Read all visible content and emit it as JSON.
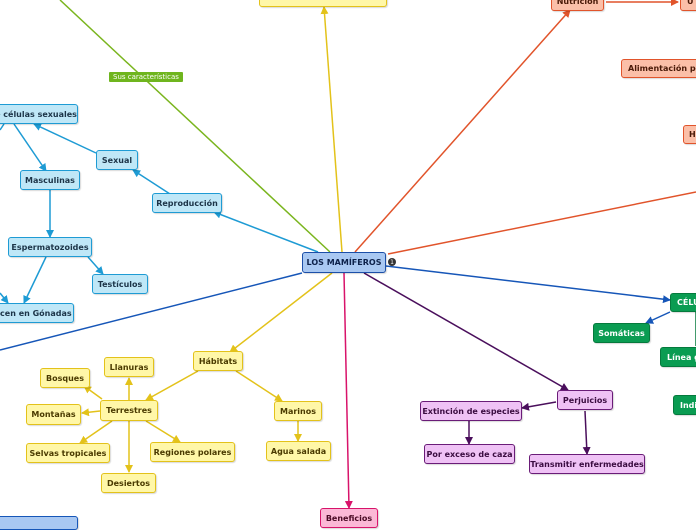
{
  "central": "LOS MAMÍFEROS",
  "edge_label": "Sus características",
  "badge": "1",
  "nodes": {
    "celulas_sexuales": "e células sexuales",
    "sexual": "Sexual",
    "masculinas": "Masculinas",
    "reproduccion": "Reproducción",
    "espermatozoides": "Espermatozoides",
    "testiculos": "Testículos",
    "gonadas": "ucen en Gónadas",
    "nutricion": "Nutrición",
    "alimentacion": "Alimentación por",
    "h_cut": "H",
    "u_cut": "U",
    "celulas": "CÉLU",
    "somaticas": "Somáticas",
    "linea": "Línea g",
    "ind": "Indi",
    "habitats": "Hábitats",
    "llanuras": "Llanuras",
    "bosques": "Bosques",
    "terrestres": "Terrestres",
    "montanas": "Montañas",
    "marinos": "Marinos",
    "selvas": "Selvas tropicales",
    "regiones": "Regiones polares",
    "agua": "Agua salada",
    "desiertos": "Desiertos",
    "perjuicios": "Perjuicios",
    "extincion": "Extinción de especies",
    "caza": "Por exceso de caza",
    "transmitir": "Transmitir enfermedades",
    "beneficios": "Beneficios"
  }
}
